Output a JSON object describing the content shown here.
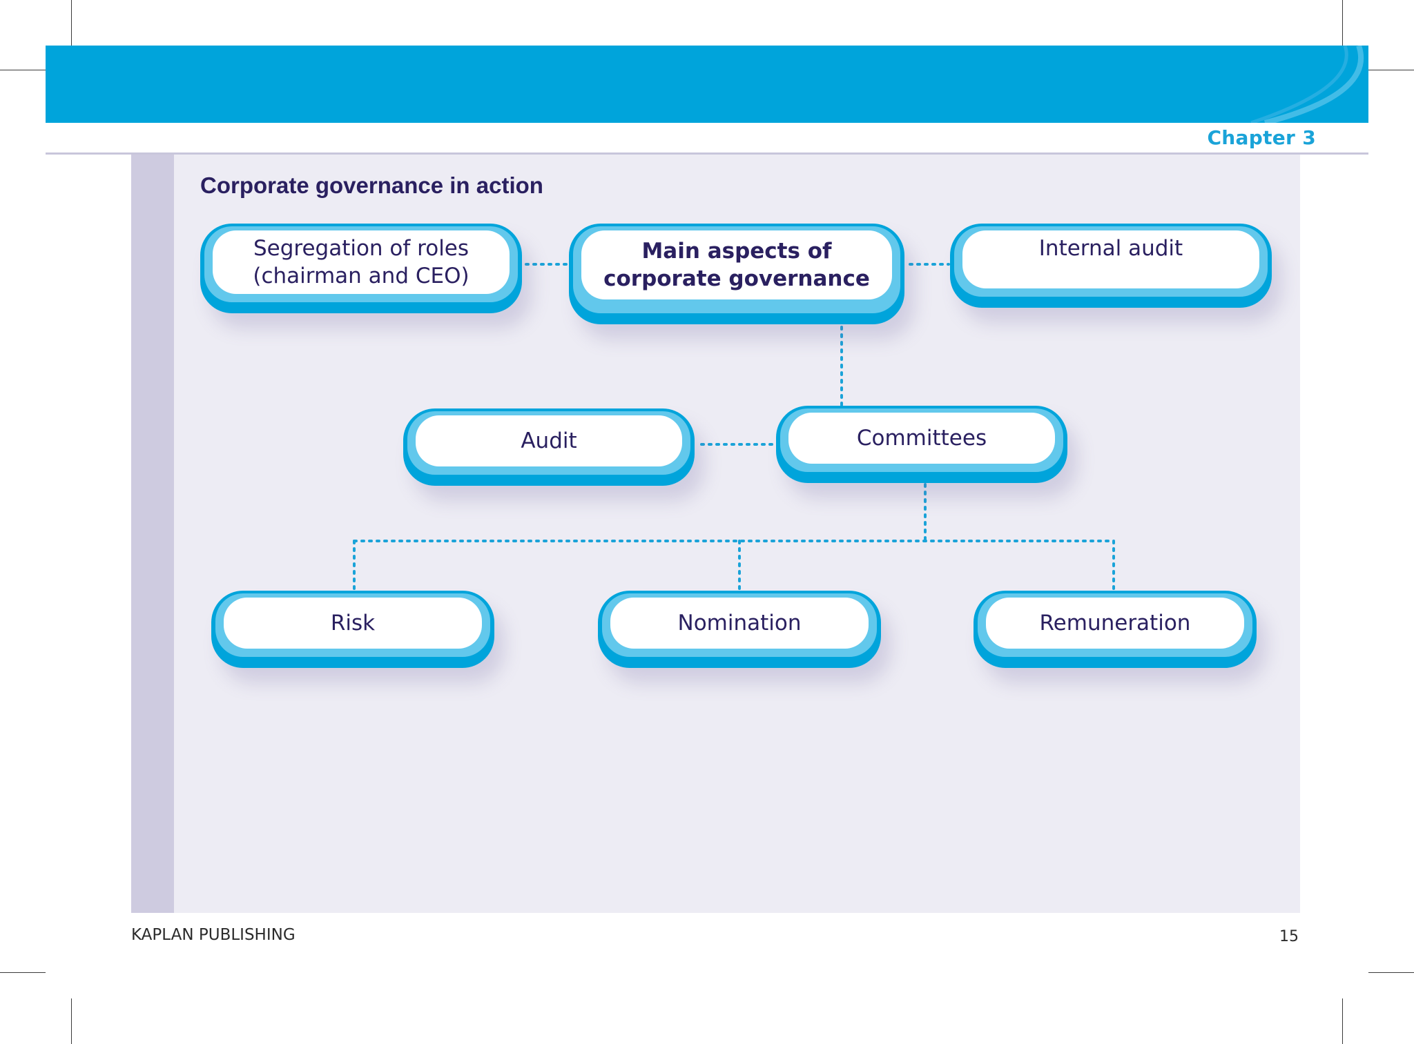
{
  "header": {
    "chapter_label": "Chapter 3"
  },
  "diagram": {
    "title": "Corporate governance in action",
    "nodes": {
      "segregation": "Segregation of roles\n(chairman and CEO)",
      "main": "Main aspects of\ncorporate governance",
      "internal_audit": "Internal audit",
      "audit": "Audit",
      "committees": "Committees",
      "risk": "Risk",
      "nomination": "Nomination",
      "remuneration": "Remuneration"
    },
    "edges": [
      [
        "segregation",
        "main"
      ],
      [
        "main",
        "internal_audit"
      ],
      [
        "main",
        "committees"
      ],
      [
        "audit",
        "committees"
      ],
      [
        "committees",
        "risk"
      ],
      [
        "committees",
        "nomination"
      ],
      [
        "committees",
        "remuneration"
      ]
    ]
  },
  "footer": {
    "publisher": "KAPLAN PUBLISHING",
    "page_number": "15"
  },
  "colors": {
    "accent_blue": "#00a4db",
    "light_blue": "#62c8ec",
    "text_navy": "#2a2060",
    "panel_bg": "#edecf4"
  }
}
